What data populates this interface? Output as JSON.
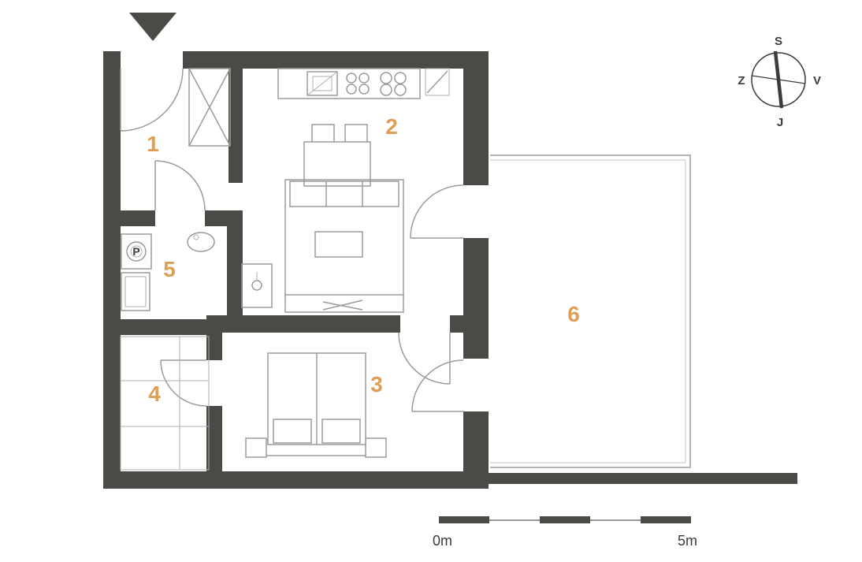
{
  "floorplan": {
    "rooms": [
      {
        "id": "room-1",
        "label": "1"
      },
      {
        "id": "room-2",
        "label": "2"
      },
      {
        "id": "room-3",
        "label": "3"
      },
      {
        "id": "room-4",
        "label": "4"
      },
      {
        "id": "room-5",
        "label": "5"
      },
      {
        "id": "room-6",
        "label": "6"
      }
    ],
    "fixtures": {
      "washing_machine_label": "P"
    },
    "compass": {
      "top": "S",
      "right": "V",
      "bottom": "J",
      "left": "Z"
    },
    "scale_bar": {
      "start_label": "0m",
      "end_label": "5m"
    },
    "colors": {
      "wall": "#4a4a47",
      "room_number": "#dd9e55",
      "furniture_line": "#9b9b99",
      "terrace_line": "#b3b3b1",
      "label_text": "#3b3b39"
    }
  }
}
